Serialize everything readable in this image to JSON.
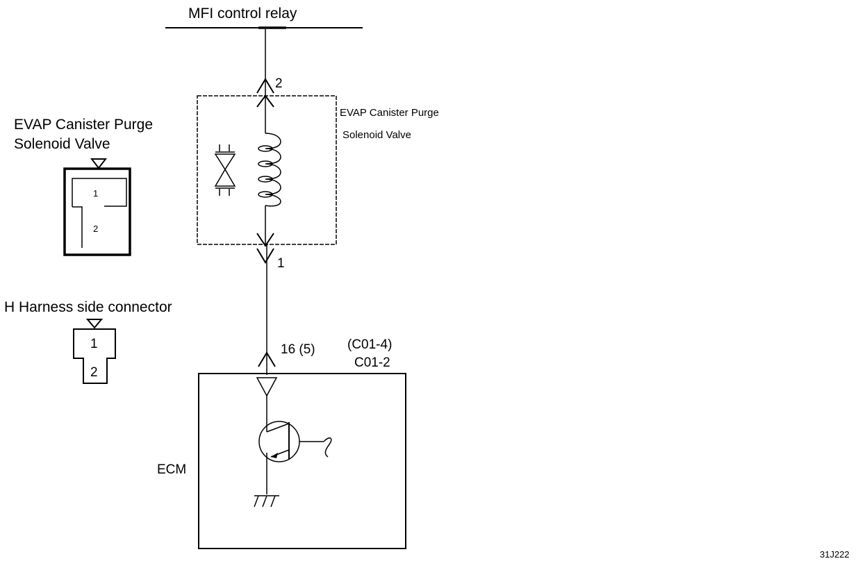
{
  "relay_label": "MFI control relay",
  "valve": {
    "label_line1": "EVAP Canister Purge",
    "label_line2": "Solenoid Valve",
    "pin_top": "2",
    "pin_bottom": "1"
  },
  "valve_connector": {
    "label_line1": "EVAP Canister Purge",
    "label_line2": "Solenoid Valve",
    "pin1": "1",
    "pin2": "2"
  },
  "harness_connector": {
    "label": "H Harness side connector",
    "pin1": "1",
    "pin2": "2"
  },
  "ecm": {
    "label": "ECM",
    "pin": "16 (5)",
    "connector_alt": "(C01-4)",
    "connector": "C01-2"
  },
  "figure_code": "31J222"
}
